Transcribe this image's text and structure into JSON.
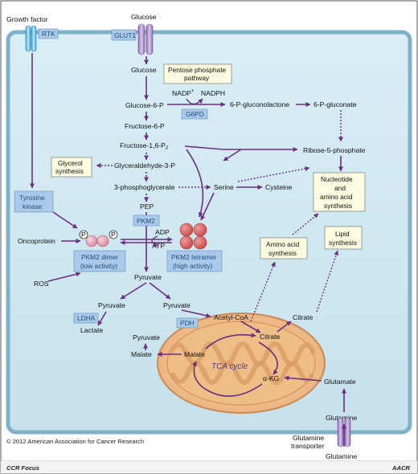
{
  "labels": {
    "growth_factor": "Growth factor",
    "rtk": "RTK",
    "glucose_top": "Glucose",
    "glut1": "GLUT1",
    "glucose": "Glucose",
    "glucose6p": "Glucose-6-P",
    "fructose6p": "Fructose-6-P",
    "fructose16p2": "Fructose-1,6-P",
    "fructose16p2_sub": "2",
    "gap": "Glyceraldehyde-3-P",
    "pg3": "3-phosphoglycerate",
    "pep": "PEP",
    "pyruvate_main": "Pyruvate",
    "pyruvate_left": "Pyruvate",
    "pyruvate_right": "Pyruvate",
    "lactate": "Lactate",
    "ppp_line1": "Pentose phosphate",
    "ppp_line2": "pathway",
    "nadp": "NADP",
    "nadp_sup": "+",
    "nadph": "NADPH",
    "g6pd": "G6PD",
    "gluconolactone": "6-P-gluconolactone",
    "gluconate": "6-P-gluconate",
    "ribose5p": "Ribose-5-phosphate",
    "glycerol_line1": "Glycerol",
    "glycerol_line2": "synthesis",
    "serine": "Serine",
    "cysteine": "Cysteine",
    "nucleotide_line1": "Nucleotide",
    "nucleotide_line2": "and",
    "nucleotide_line3": "amino acid",
    "nucleotide_line4": "synthesis",
    "tyrosine_line1": "Tyrosine",
    "tyrosine_line2": "kinase",
    "pkm2": "PKM2",
    "adp": "ADP",
    "atp": "ATP",
    "oncoprotein": "Oncoprotein",
    "phospho": "P",
    "dimer_line1": "PKM2 dimer",
    "dimer_line2": "(low activity)",
    "tetramer_line1": "PKM2 tetramer",
    "tetramer_line2": "(high activity)",
    "ros": "ROS",
    "amino_line1": "Amino acid",
    "amino_line2": "synthesis",
    "lipid_line1": "Lipid",
    "lipid_line2": "synthesis",
    "ldha": "LDHA",
    "pdh": "PDH",
    "acetyl_coa": "Acetyl-CoA",
    "citrate_out": "Citrate",
    "citrate_in": "Citrate",
    "pyruvate_mito": "Pyruvate",
    "malate_out": "Malate",
    "malate_in": "Malate",
    "tca_cycle": "TCA cycle",
    "akg": "α-KG",
    "glutamate": "Glutamate",
    "glutamine_in": "Glutamine",
    "glutamine_transporter_line1": "Glutamine",
    "glutamine_transporter_line2": "transporter",
    "glutamine_out": "Glutamine"
  },
  "footer": {
    "copyright": "© 2012 American Association for Cancer Research",
    "journal": "CCR Focus",
    "logo": "AACR"
  },
  "colors": {
    "arrow": "#6a2f83",
    "cell_fill": "#d7ebf2",
    "cell_border": "#7fb2c8",
    "enzyme_box": "#aac8ea",
    "enzyme_text": "#1f4f7a",
    "note_box": "#fdfbe0",
    "pkm2_ball": "#d96565",
    "dimer_ball": "#e3a8b8",
    "mito_outer": "#f5d1a6",
    "mito_inner": "#e6a86c"
  }
}
